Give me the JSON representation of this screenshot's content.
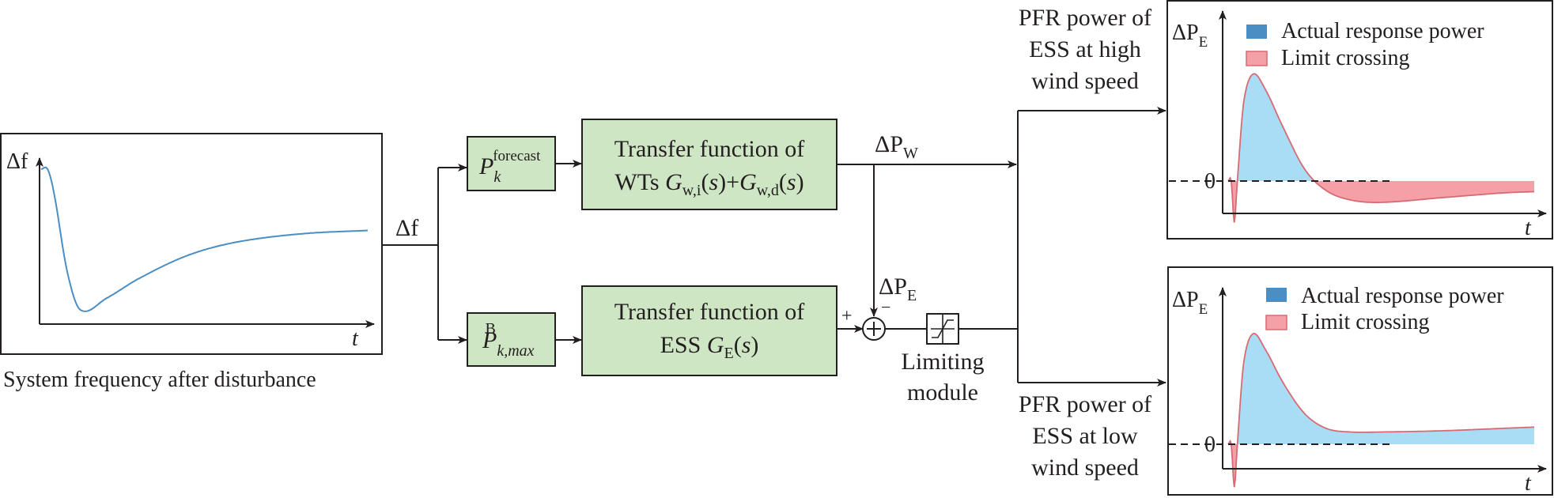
{
  "colors": {
    "block_fill": "#cfe6c4",
    "line": "#231f20",
    "freq_curve": "#4a8ec4",
    "actual_fill": "#a9dcf5",
    "actual_legend": "#4a8ec4",
    "limit_fill": "#f4a0a6",
    "limit_stroke": "#d76a73"
  },
  "input_plot": {
    "y_label": "Δf",
    "x_label": "t",
    "caption": "System frequency after disturbance"
  },
  "signals": {
    "delta_f": "Δf",
    "delta_pw": {
      "base": "ΔP",
      "sub": "W"
    },
    "delta_pe": {
      "base": "ΔP",
      "sub": "E"
    },
    "plus": "+",
    "minus": "−"
  },
  "blocks": {
    "forecast": {
      "base": "P",
      "sub": "k",
      "sup": "forecast"
    },
    "pmax": {
      "base": "P",
      "sub": "k,max",
      "sup": "B"
    },
    "wt_tf": {
      "line1": "Transfer function of",
      "line2_prefix": "WTs ",
      "g": "G",
      "sub1": "w,i",
      "mid": "(s)+",
      "sub2": "w,d",
      "end": "(s)"
    },
    "ess_tf": {
      "line1": "Transfer function of",
      "line2_prefix": "ESS ",
      "g": "G",
      "sub": "E",
      "end": "(s)"
    },
    "limiter": {
      "line1": "Limiting",
      "line2": "module"
    }
  },
  "outputs": {
    "high": {
      "lines": [
        "PFR power of",
        "ESS at high",
        "wind speed"
      ]
    },
    "low": {
      "lines": [
        "PFR power of",
        "ESS at low",
        "wind speed"
      ]
    }
  },
  "plots": {
    "y_label": {
      "base": "ΔP",
      "sub": "E"
    },
    "x_label": "t",
    "zero_label": "0",
    "legend": [
      "Actual response power",
      "Limit crossing"
    ]
  },
  "chart_data": [
    {
      "type": "line",
      "title": "System frequency after disturbance",
      "xlabel": "t",
      "ylabel": "Δf",
      "series": [
        {
          "name": "Δf",
          "x": [
            0,
            0.02,
            0.04,
            0.08,
            0.12,
            0.2,
            0.3,
            0.45,
            0.6,
            0.8,
            1.0
          ],
          "values": [
            0,
            0,
            -0.15,
            -0.62,
            -0.85,
            -0.78,
            -0.66,
            -0.52,
            -0.44,
            -0.39,
            -0.37
          ]
        }
      ]
    },
    {
      "type": "area",
      "title": "PFR power of ESS at high wind speed",
      "xlabel": "t",
      "ylabel": "ΔP_E",
      "legend": [
        "Actual response power",
        "Limit crossing"
      ],
      "series": [
        {
          "name": "ΔP_E",
          "x": [
            0,
            0.01,
            0.02,
            0.03,
            0.05,
            0.08,
            0.12,
            0.18,
            0.25,
            0.32,
            0.4,
            0.5,
            0.7,
            0.9,
            1.0
          ],
          "values": [
            0,
            0,
            -0.35,
            0,
            0.65,
            0.9,
            0.78,
            0.45,
            0.1,
            -0.08,
            -0.16,
            -0.18,
            -0.14,
            -0.1,
            -0.09
          ]
        }
      ]
    },
    {
      "type": "area",
      "title": "PFR power of ESS at low wind speed",
      "xlabel": "t",
      "ylabel": "ΔP_E",
      "legend": [
        "Actual response power",
        "Limit crossing"
      ],
      "series": [
        {
          "name": "ΔP_E",
          "x": [
            0,
            0.01,
            0.02,
            0.03,
            0.05,
            0.08,
            0.12,
            0.18,
            0.25,
            0.32,
            0.4,
            0.5,
            0.7,
            0.9,
            1.0
          ],
          "values": [
            0,
            0,
            -0.35,
            0,
            0.65,
            0.9,
            0.78,
            0.5,
            0.25,
            0.13,
            0.1,
            0.1,
            0.11,
            0.13,
            0.14
          ]
        }
      ]
    }
  ]
}
